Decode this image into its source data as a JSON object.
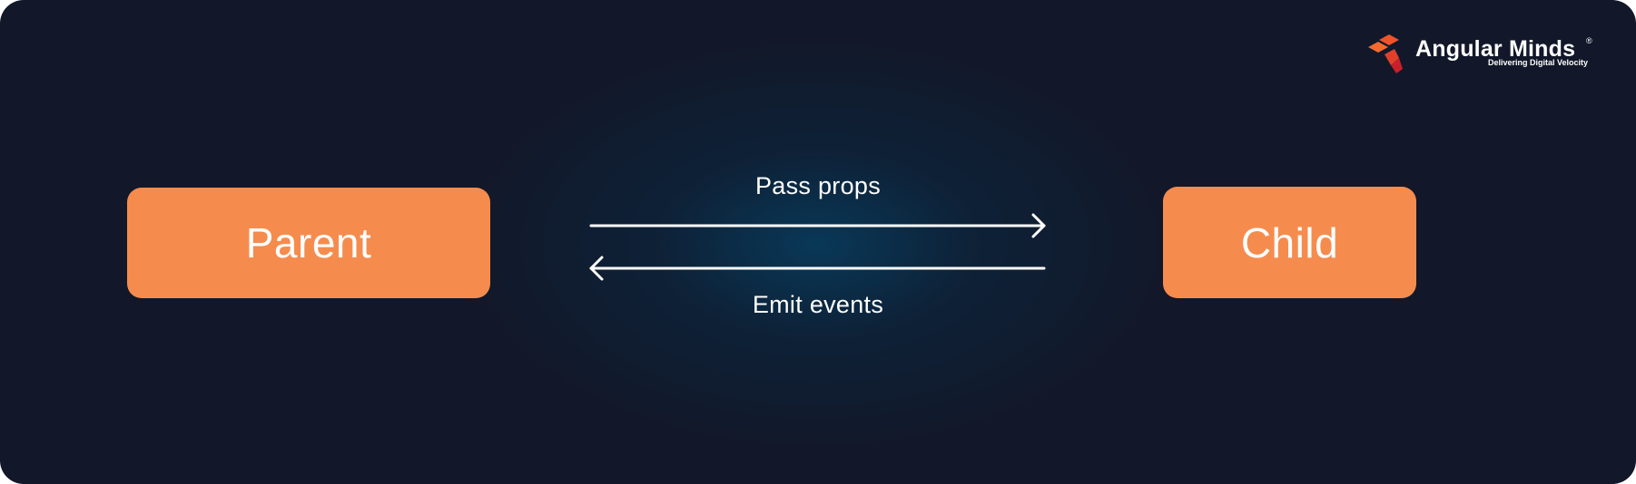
{
  "diagram": {
    "nodes": {
      "parent": "Parent",
      "child": "Child"
    },
    "edges": {
      "pass_props": "Pass props",
      "emit_events": "Emit events"
    }
  },
  "logo": {
    "name": "Angular Minds",
    "registered": "®",
    "tagline": "Delivering Digital Velocity"
  },
  "colors": {
    "background": "#121829",
    "glow": "#083a5a",
    "node_fill": "#f58c4e",
    "text": "#ffffff",
    "logo_orange": "#f26a2e",
    "logo_red": "#c8202a"
  }
}
